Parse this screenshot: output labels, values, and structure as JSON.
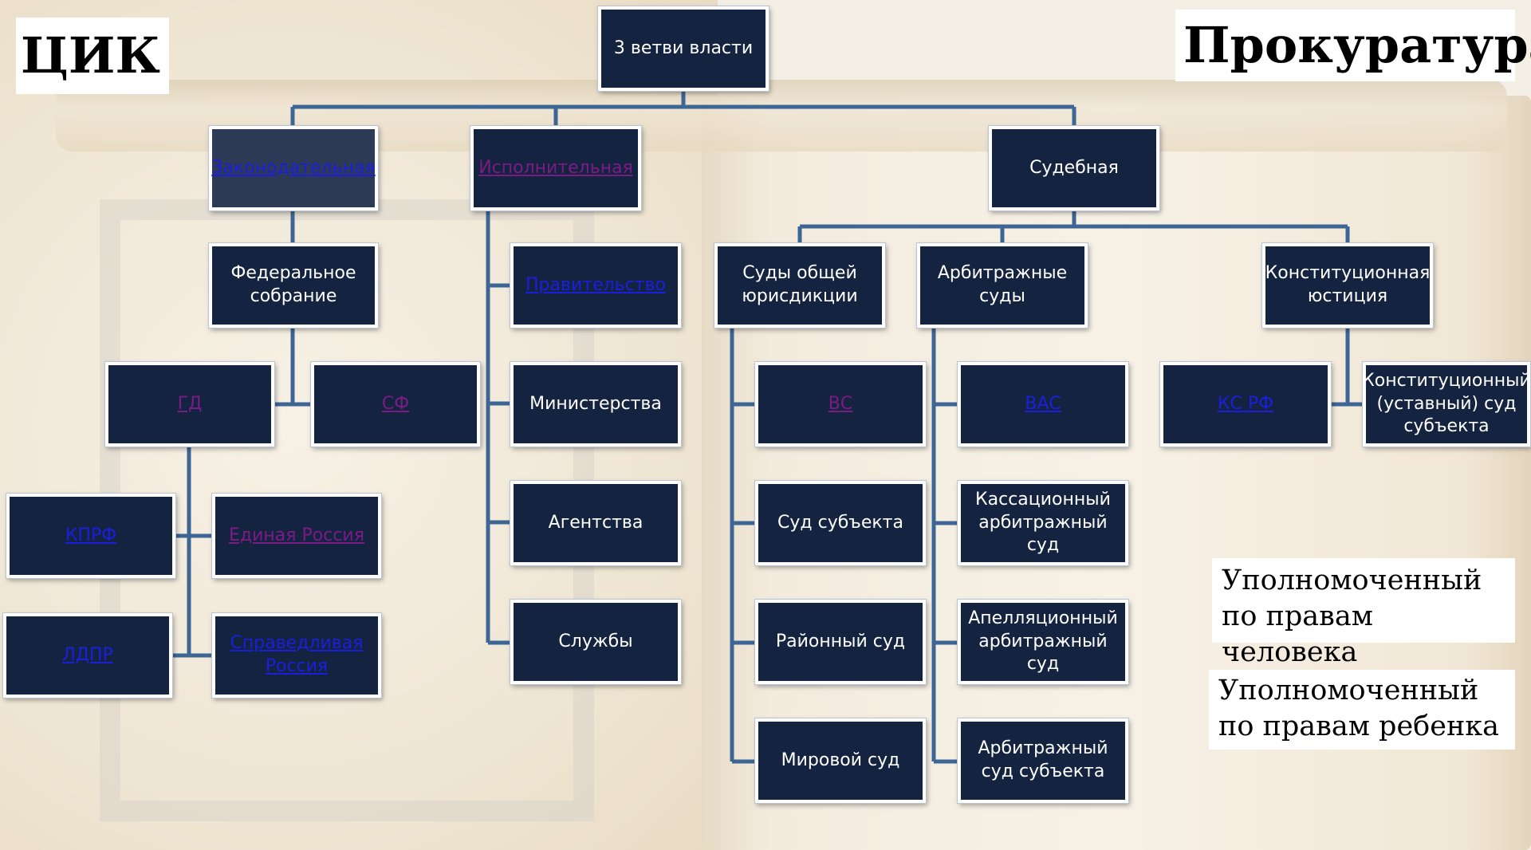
{
  "corner_labels": {
    "top_left": "ЦИК",
    "top_right": "Прокуратура",
    "ombudsman_human": "Уполномоченный по правам человека",
    "ombudsman_child": "Уполномоченный по правам ребенка"
  },
  "nodes": {
    "root": "3 ветви власти",
    "legislative": "Законодательная",
    "executive": "Исполнительная",
    "judicial": "Судебная",
    "fed_assembly": "Федеральное собрание",
    "gd": "ГД",
    "sf": "СФ",
    "kprf": "КПРФ",
    "united_russia": "Единая Россия",
    "ldpr": "ЛДПР",
    "just_russia": "Справедливая Россия",
    "government": "Правительство",
    "ministries": "Министерства",
    "agencies": "Агентства",
    "services": "Службы",
    "general_courts": "Суды общей юрисдикции",
    "arbitration_courts": "Арбитражные суды",
    "constitutional_justice": "Конституционная юстиция",
    "vs": "ВС",
    "subject_court": "Суд субъекта",
    "district_court": "Районный суд",
    "magistrate_court": "Мировой суд",
    "vas": "ВАС",
    "cassation_arb": "Кассационный арбитражный суд",
    "appeal_arb": "Апелляционный арбитражный суд",
    "subject_arb": "Арбитражный суд субъекта",
    "ks_rf": "КС РФ",
    "subject_const_court": "Конституционный (уставный) суд субъекта"
  },
  "colors": {
    "box_fill": "#14233f",
    "connector": "#3d6694",
    "link_blue": "#1b1fdc",
    "link_purple": "#7b1b86"
  }
}
